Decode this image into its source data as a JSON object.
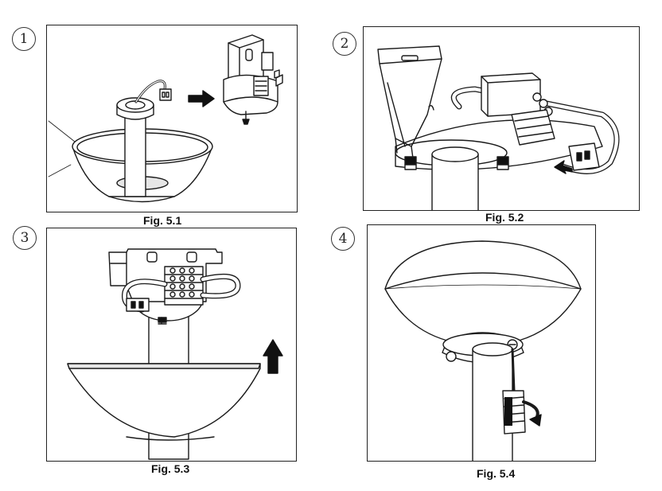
{
  "figures": [
    {
      "step": "1",
      "caption": "Fig. 5.1"
    },
    {
      "step": "2",
      "caption": "Fig. 5.2"
    },
    {
      "step": "3",
      "caption": "Fig. 5.3"
    },
    {
      "step": "4",
      "caption": "Fig. 5.4"
    }
  ],
  "colors": {
    "line": "#1a1a1a",
    "fill": "#ffffff",
    "shade": "#e6e6e6",
    "arrow": "#111111"
  }
}
